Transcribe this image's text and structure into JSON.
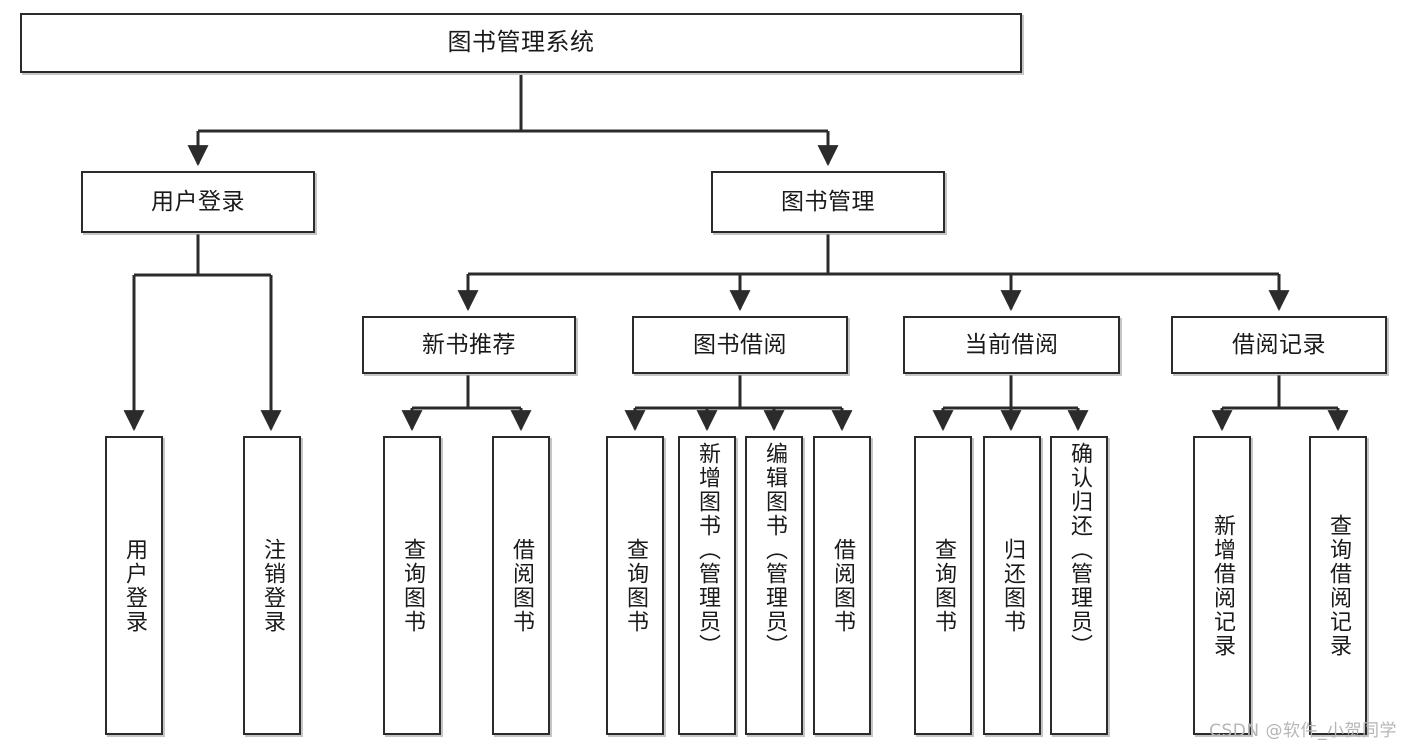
{
  "diagram": {
    "title": "图书管理系统",
    "watermark": "CSDN @软件_小贺同学",
    "line_color": "#2b2b2b",
    "box_fill": "#ffffff",
    "text_color": "#1a1a1a",
    "root": {
      "label": "图书管理系统"
    },
    "level1": [
      {
        "label": "用户登录"
      },
      {
        "label": "图书管理"
      }
    ],
    "level2": [
      {
        "label": "新书推荐"
      },
      {
        "label": "图书借阅"
      },
      {
        "label": "当前借阅"
      },
      {
        "label": "借阅记录"
      }
    ],
    "leaves": {
      "user_login": [
        {
          "label": "用户登录"
        },
        {
          "label": "注销登录"
        }
      ],
      "new_book": [
        {
          "label": "查询图书"
        },
        {
          "label": "借阅图书"
        }
      ],
      "book_borrow": [
        {
          "label": "查询图书"
        },
        {
          "label": "新增图书（管理员）"
        },
        {
          "label": "编辑图书（管理员）"
        },
        {
          "label": "借阅图书"
        }
      ],
      "current_borrow": [
        {
          "label": "查询图书"
        },
        {
          "label": "归还图书"
        },
        {
          "label": "确认归还（管理员）"
        }
      ],
      "borrow_record": [
        {
          "label": "新增借阅记录"
        },
        {
          "label": "查询借阅记录"
        }
      ]
    }
  }
}
